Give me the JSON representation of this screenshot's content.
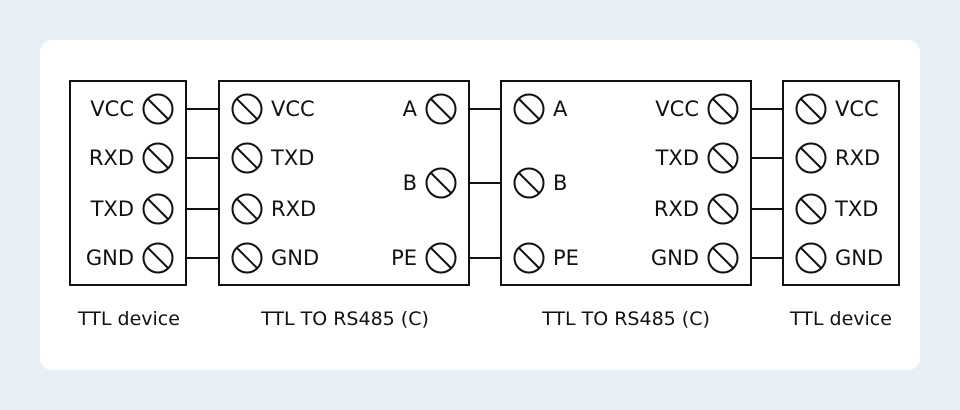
{
  "colors": {
    "background": "#e8eef6",
    "card": "#ffffff",
    "stroke": "#111111"
  },
  "devices": [
    {
      "caption": "TTL device",
      "pins_right": [
        "VCC",
        "RXD",
        "TXD",
        "GND"
      ]
    },
    {
      "caption": "TTL TO RS485 (C)",
      "pins_left": [
        "VCC",
        "TXD",
        "RXD",
        "GND"
      ],
      "pins_right": [
        "A",
        "B",
        "PE"
      ]
    },
    {
      "caption": "TTL TO RS485 (C)",
      "pins_left": [
        "A",
        "B",
        "PE"
      ],
      "pins_right": [
        "VCC",
        "TXD",
        "RXD",
        "GND"
      ]
    },
    {
      "caption": "TTL device",
      "pins_left": [
        "VCC",
        "RXD",
        "TXD",
        "GND"
      ]
    }
  ],
  "terminal_icon": "screw-terminal-icon"
}
